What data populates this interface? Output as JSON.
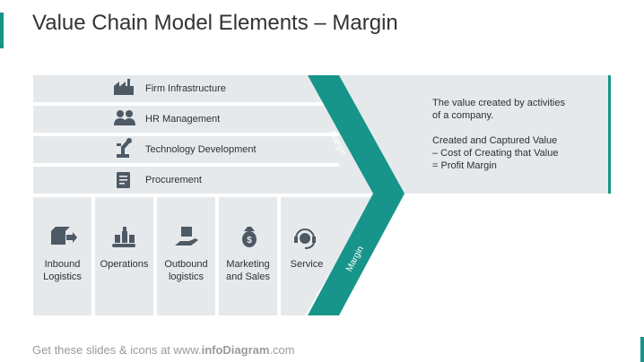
{
  "title": "Value Chain Model Elements – Margin",
  "colors": {
    "accent": "#17958a",
    "panel": "#e6e9ec",
    "icon": "#4d5a65",
    "text": "#333333"
  },
  "support_activities": [
    {
      "label": "Firm Infrastructure",
      "icon": "factory-icon"
    },
    {
      "label": "HR Management",
      "icon": "people-icon"
    },
    {
      "label": "Technology Development",
      "icon": "robot-arm-icon"
    },
    {
      "label": "Procurement",
      "icon": "document-icon"
    }
  ],
  "primary_activities": [
    {
      "line1": "Inbound",
      "line2": "Logistics",
      "icon": "inbound-box-icon"
    },
    {
      "line1": "Operations",
      "line2": "",
      "icon": "conveyor-icon"
    },
    {
      "line1": "Outbound",
      "line2": "logistics",
      "icon": "package-hand-icon"
    },
    {
      "line1": "Marketing",
      "line2": "and Sales",
      "icon": "money-bag-icon"
    },
    {
      "line1": "Service",
      "line2": "",
      "icon": "headset-icon"
    }
  ],
  "margin_label_top": "Margin",
  "margin_label_bottom": "Margin",
  "description": {
    "line1": "The value created by activities",
    "line2": "of a company.",
    "line3": "Created and Captured Value",
    "line4": "– Cost of Creating that Value",
    "line5": "= Profit Margin"
  },
  "footer": {
    "prefix": "Get these slides & icons at www.",
    "brand": "infoDiagram",
    "suffix": ".com"
  }
}
